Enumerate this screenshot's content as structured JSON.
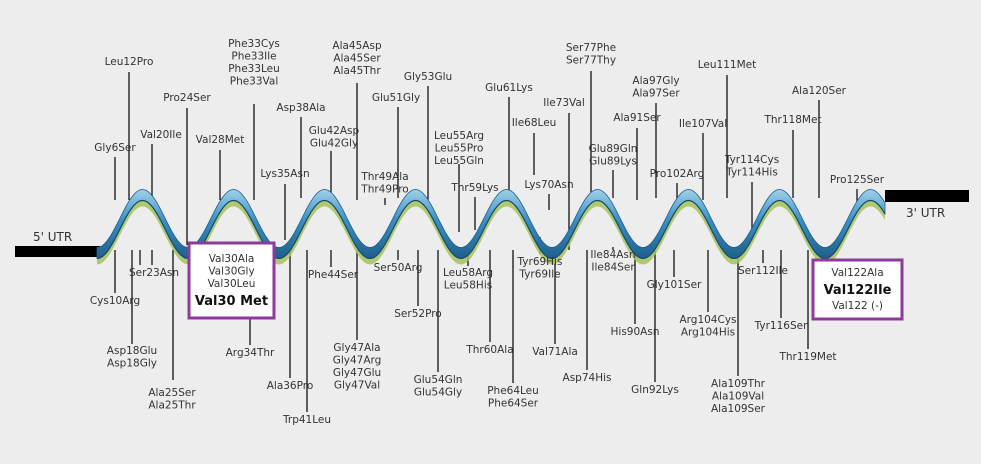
{
  "utr5": "5' UTR",
  "utr3": "3' UTR",
  "colors": {
    "helix": "#3a8fc4",
    "helix_dark": "#1f5f8c",
    "helix_light": "#9fd0ea",
    "strand": "#a4c25a",
    "box": "#8e3a9c",
    "line": "#111111"
  },
  "labels": {
    "leu12": [
      "Leu12Pro"
    ],
    "gly6": [
      "Gly6Ser"
    ],
    "cys10": [
      "Cys10Arg"
    ],
    "asp18": [
      "Asp18Glu",
      "Asp18Gly"
    ],
    "ser23": [
      "Ser23Asn"
    ],
    "val20": [
      "Val20Ile"
    ],
    "ala25": [
      "Ala25Ser",
      "Ala25Thr"
    ],
    "pro24": [
      "Pro24Ser"
    ],
    "val28": [
      "Val28Met"
    ],
    "phe33": [
      "Phe33Cys",
      "Phe33Ile",
      "Phe33Leu",
      "Phe33Val"
    ],
    "arg34": [
      "Arg34Thr"
    ],
    "lys35": [
      "Lys35Asn"
    ],
    "ala36": [
      "Ala36Pro"
    ],
    "asp38": [
      "Asp38Ala"
    ],
    "trp41": [
      "Trp41Leu"
    ],
    "glu42": [
      "Glu42Asp",
      "Glu42Gly"
    ],
    "phe44": [
      "Phe44Ser"
    ],
    "ala45": [
      "Ala45Asp",
      "Ala45Ser",
      "Ala45Thr"
    ],
    "gly47": [
      "Gly47Ala",
      "Gly47Arg",
      "Gly47Glu",
      "Gly47Val"
    ],
    "glu51": [
      "Glu51Gly"
    ],
    "thr49": [
      "Thr49Ala",
      "Thr49Pro"
    ],
    "ser50": [
      "Ser50Arg"
    ],
    "ser52": [
      "Ser52Pro"
    ],
    "gly53": [
      "Gly53Glu"
    ],
    "gly54": [
      "Glu54Gln",
      "Glu54Gly"
    ],
    "leu55": [
      "Leu55Arg",
      "Leu55Pro",
      "Leu55Gln"
    ],
    "thr59": [
      "Thr59Lys"
    ],
    "leu58": [
      "Leu58Arg",
      "Leu58His"
    ],
    "thr60": [
      "Thr60Ala"
    ],
    "glu61": [
      "Glu61Lys"
    ],
    "phe64": [
      "Phe64Leu",
      "Phe64Ser"
    ],
    "ile68": [
      "Ile68Leu"
    ],
    "lys70": [
      "Lys70Asn"
    ],
    "tyr69": [
      "Tyr69His",
      "Tyr69Ile"
    ],
    "val71": [
      "Val71Ala"
    ],
    "ile73": [
      "Ile73Val"
    ],
    "asp74": [
      "Asp74His"
    ],
    "ser77": [
      "Ser77Phe",
      "Ser77Thy"
    ],
    "glu89": [
      "Glu89Gln",
      "Glu89Lys"
    ],
    "ile84": [
      "Ile84Asn",
      "Ile84Ser"
    ],
    "his90": [
      "His90Asn"
    ],
    "ala91": [
      "Ala91Ser"
    ],
    "gln92": [
      "Gln92Lys"
    ],
    "ala97": [
      "Ala97Gly",
      "Ala97Ser"
    ],
    "gly101": [
      "Gly101Ser"
    ],
    "pro102": [
      "Pro102Arg"
    ],
    "arg104": [
      "Arg104Cys",
      "Arg104His"
    ],
    "ile107": [
      "Ile107Val"
    ],
    "ala109": [
      "Ala109Thr",
      "Ala109Val",
      "Ala109Ser"
    ],
    "leu111": [
      "Leu111Met"
    ],
    "tyr114": [
      "Tyr114Cys",
      "Tyr114His"
    ],
    "ser112": [
      "Ser112Ile"
    ],
    "tyr116": [
      "Tyr116Ser"
    ],
    "thr118": [
      "Thr118Met"
    ],
    "thr119": [
      "Thr119Met"
    ],
    "ala120": [
      "Ala120Ser"
    ],
    "pro125": [
      "Pro125Ser"
    ]
  },
  "box30": {
    "lines": [
      "Val30Ala",
      "Val30Gly",
      "Val30Leu"
    ],
    "main": "Val30 Met"
  },
  "box122": {
    "lines": [
      "Val122Ala",
      "Val122 (-)"
    ],
    "main": "Val122Ile"
  }
}
